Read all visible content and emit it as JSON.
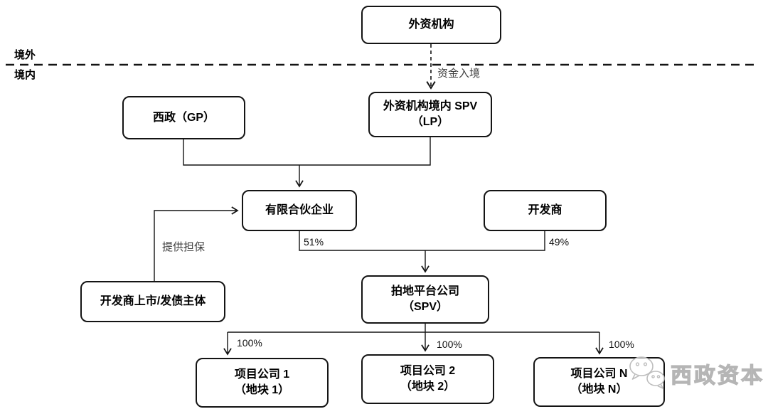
{
  "diagram": {
    "region_labels": {
      "outside": "境外",
      "inside": "境内"
    },
    "nodes": {
      "foreign_institution": {
        "label": "外资机构"
      },
      "xizheng_gp": {
        "label": "西政（GP）"
      },
      "domestic_spv": {
        "line1": "外资机构境内 SPV",
        "line2": "（LP）"
      },
      "limited_partnership": {
        "label": "有限合伙企业"
      },
      "developer": {
        "label": "开发商"
      },
      "developer_listed_entity": {
        "label": "开发商上市/发债主体"
      },
      "land_auction_platform": {
        "line1": "拍地平台公司",
        "line2": "（SPV）"
      },
      "project_company_1": {
        "line1": "项目公司 1",
        "line2": "（地块 1）"
      },
      "project_company_2": {
        "line1": "项目公司 2",
        "line2": "（地块 2）"
      },
      "project_company_n": {
        "line1": "项目公司 N",
        "line2": "（地块 N）"
      }
    },
    "edge_labels": {
      "funds_entry": "资金入境",
      "provide_guarantee": "提供担保",
      "lp_stake": "51%",
      "developer_stake": "49%",
      "project1_stake": "100%",
      "project2_stake": "100%",
      "projectn_stake": "100%"
    },
    "watermark": {
      "brand": "西政资本"
    },
    "colors": {
      "line": "#141414",
      "muted_label": "#3f3f3f",
      "watermark": "#b5b5b5",
      "background": "#ffffff"
    }
  }
}
